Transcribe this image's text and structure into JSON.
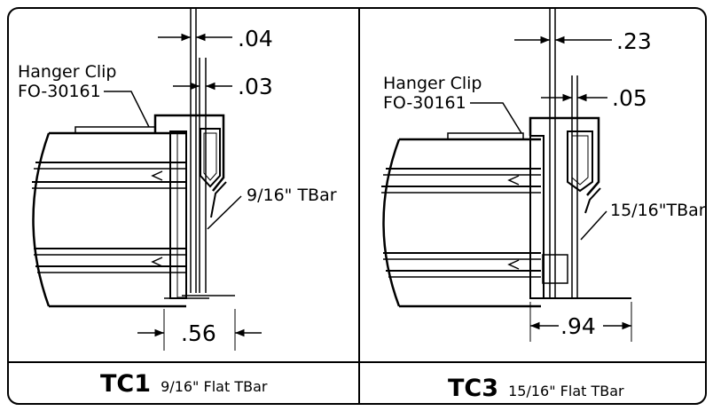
{
  "panels": [
    {
      "dim_top": ".04",
      "dim_mid": ".03",
      "clip_label_line1": "Hanger Clip",
      "clip_label_line2": "FO-30161",
      "tbar_label": "9/16\" TBar",
      "dim_bottom": ".56",
      "caption_main": "TC1",
      "caption_sub": "9/16\" Flat TBar"
    },
    {
      "dim_top": ".23",
      "dim_mid": ".05",
      "clip_label_line1": "Hanger Clip",
      "clip_label_line2": "FO-30161",
      "tbar_label": "15/16\"TBar",
      "dim_bottom": ".94",
      "caption_main": "TC3",
      "caption_sub": "15/16\" Flat TBar"
    }
  ]
}
